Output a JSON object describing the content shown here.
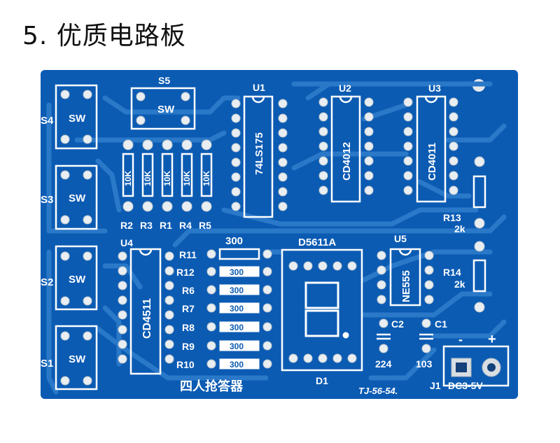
{
  "heading": "5. 优质电路板",
  "switches": {
    "s1": "S1",
    "s2": "S2",
    "s3": "S3",
    "s4": "S4",
    "s5": "S5",
    "sw": "SW"
  },
  "resistor_array": {
    "value": "10K",
    "labels": [
      "R2",
      "R3",
      "R1",
      "R4",
      "R5"
    ]
  },
  "chips": {
    "u1_ref": "U1",
    "u1_part": "74LS175",
    "u2_ref": "U2",
    "u2_part": "CD4012",
    "u3_ref": "U3",
    "u3_part": "CD4011",
    "u4_ref": "U4",
    "u4_part": "CD4511",
    "u5_ref": "U5",
    "u5_part": "NE555"
  },
  "resistors_300": {
    "header": "300",
    "value": "300",
    "labels": [
      "R11",
      "R12",
      "R6",
      "R7",
      "R8",
      "R9",
      "R10"
    ]
  },
  "r13": {
    "ref": "R13",
    "val": "2k"
  },
  "r14": {
    "ref": "R14",
    "val": "2k"
  },
  "display": {
    "part": "D5611A",
    "ref": "D1"
  },
  "caps": {
    "c1": "C1",
    "c1_val": "103",
    "c2": "C2",
    "c2_val": "224"
  },
  "power": {
    "ref": "J1",
    "label": "DC3-5V",
    "minus": "-",
    "plus": "+"
  },
  "board_title": "四人抢答器",
  "board_code": "TJ-56-54."
}
